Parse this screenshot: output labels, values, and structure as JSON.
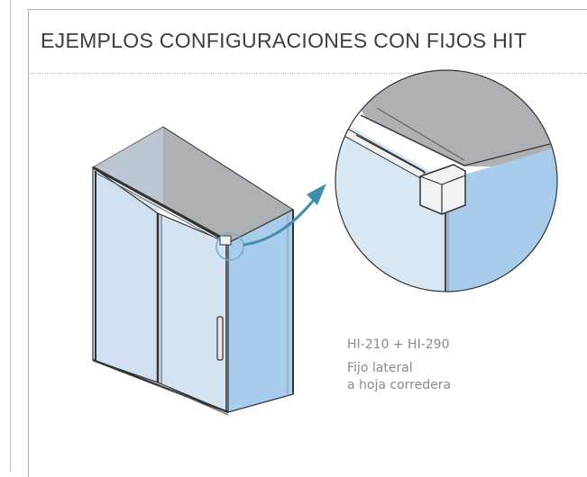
{
  "header": {
    "title": "EJEMPLOS CONFIGURACIONES CON FIJOS HIT"
  },
  "caption": {
    "code": "HI-210 + HI-290",
    "description_line1": "Fijo lateral",
    "description_line2": "a hoja corredera"
  },
  "colors": {
    "glass_light": "#cfe0f0",
    "glass_side": "#a8cdec",
    "arrow": "#3f8fac",
    "frame": "#3a3a3a",
    "top_shade": "#aeb0b3"
  },
  "icons": {
    "detail_arrow": "curved-arrow-icon"
  }
}
